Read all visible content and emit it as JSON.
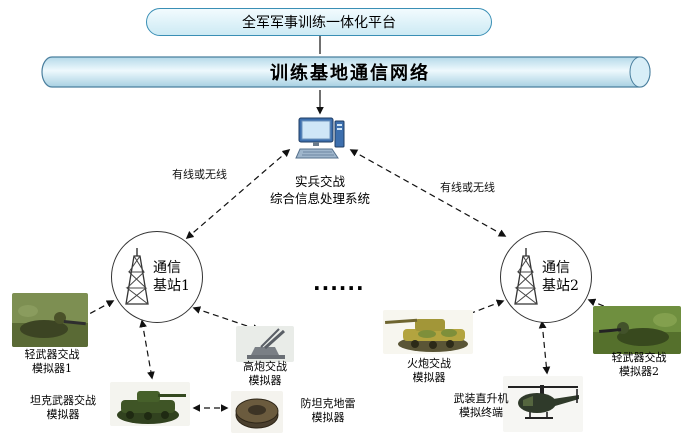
{
  "platform": {
    "label": "全军军事训练一体化平台"
  },
  "network": {
    "label": "训练基地通信网络"
  },
  "processor": {
    "label": "实兵交战\n综合信息处理系统"
  },
  "links": {
    "left_label": "有线或无线",
    "right_label": "有线或无线"
  },
  "stations": {
    "station1": {
      "label": "通信\n基站1"
    },
    "station2": {
      "label": "通信\n基站2"
    }
  },
  "ellipsis": "......",
  "simulators": {
    "light_weapon_1": {
      "label": "轻武器交战\n模拟器1",
      "icon": "soldier-photo"
    },
    "aa_gun": {
      "label": "高炮交战\n模拟器",
      "icon": "anti-aircraft-gun-photo"
    },
    "tank": {
      "label": "坦克武器交战\n模拟器",
      "icon": "tank-photo"
    },
    "mine": {
      "label": "防坦克地雷\n模拟器",
      "icon": "landmine-photo"
    },
    "artillery": {
      "label": "火炮交战\n模拟器",
      "icon": "artillery-photo"
    },
    "helicopter": {
      "label": "武装直升机\n模拟终端",
      "icon": "helicopter-photo"
    },
    "light_weapon_2": {
      "label": "轻武器交战\n模拟器2",
      "icon": "soldier-photo"
    }
  },
  "icons": {
    "processor": "desktop-computer-icon",
    "station": "radio-tower-icon"
  },
  "colors": {
    "platform_fill": "#d8f1f9",
    "cylinder_fill_light": "#eef9fd",
    "cylinder_fill_dark": "#a8d0e2",
    "outline_blue": "#4a7f9e",
    "line_black": "#111111"
  }
}
